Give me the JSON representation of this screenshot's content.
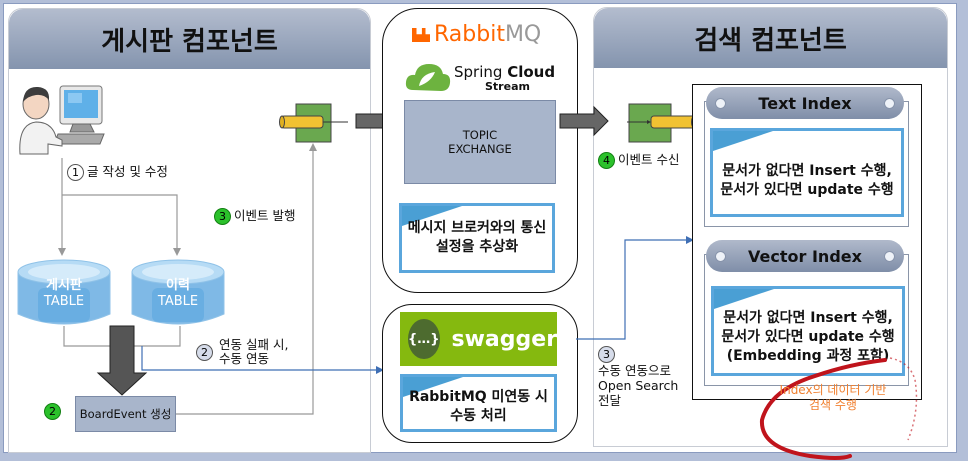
{
  "board_component": {
    "title": "게시판 컴포넌트",
    "step1": {
      "num": "1",
      "text": "글 작성 및 수정"
    },
    "tables": [
      {
        "name": "게시판",
        "sub": "TABLE"
      },
      {
        "name": "이력",
        "sub": "TABLE"
      }
    ],
    "step2_event": {
      "num": "2",
      "text": "BoardEvent 생성"
    },
    "step2_manual": {
      "num": "2",
      "line1": "연동 실패 시,",
      "line2": "수동 연동"
    },
    "step3_publish": {
      "num": "3",
      "text": "이벤트 발행"
    }
  },
  "middleware": {
    "rabbitmq_logo": "RabbitMQ",
    "rabbitmq_logo_part1": "Rabbit",
    "rabbitmq_logo_part2": "MQ",
    "spring_logo_light": "Spring ",
    "spring_logo_bold": "Cloud",
    "spring_logo_sub": "Stream",
    "exchange_line1": "TOPIC",
    "exchange_line2": "EXCHANGE",
    "abstraction_line1": "메시지 브로커와의 통신",
    "abstraction_line2": "설정을 추상화",
    "swagger_logo": "swagger",
    "swagger_glyph": "{…}",
    "swagger_note_line1": "RabbitMQ 미연동 시",
    "swagger_note_line2": "수동 처리"
  },
  "search_component": {
    "title": "검색 컴포넌트",
    "step4": {
      "num": "4",
      "text": "이벤트 수신"
    },
    "step3_manual": {
      "num": "3",
      "line1": "수동 연동으로",
      "line2": "Open Search",
      "line3": "전달"
    },
    "text_index": {
      "title": "Text Index",
      "line1": "문서가 없다면 Insert 수행,",
      "line2": "문서가 있다면 update 수행"
    },
    "vector_index": {
      "title": "Vector Index",
      "line1": "문서가 없다면 Insert 수행,",
      "line2": "문서가 있다면 update 수행",
      "line3": "(Embedding 과정 포함)"
    },
    "annotation_line1": "Index의 데이터 기반",
    "annotation_line2": "검색 수행"
  },
  "colors": {
    "accent_blue": "#5aa6dc",
    "queue_green": "#6aa84f",
    "queue_yellow": "#f1c232",
    "rabbitmq_orange": "#ff6600",
    "swagger_green": "#85ea2d",
    "annotation_orange": "#f08030",
    "annotation_red": "#c0141c"
  }
}
